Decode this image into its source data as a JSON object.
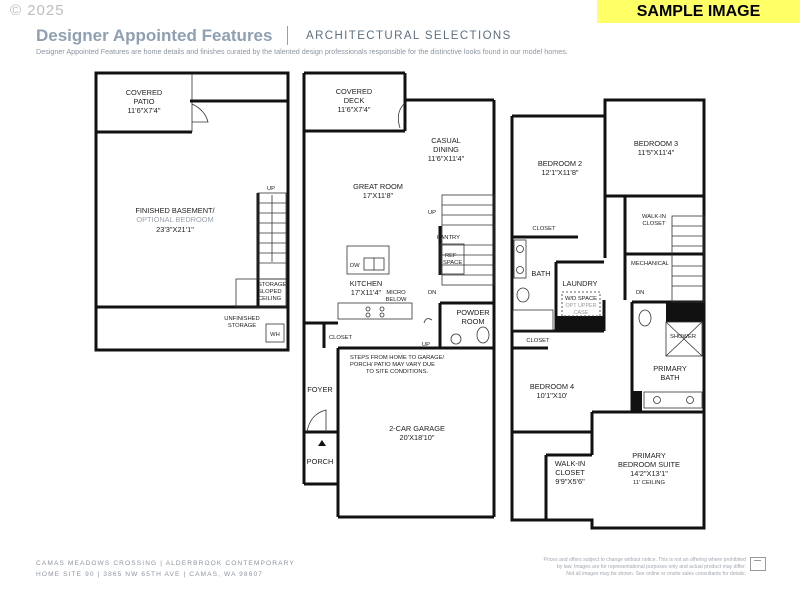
{
  "header": {
    "copyright": "© 2025",
    "badge": "SAMPLE IMAGE",
    "title": "Designer Appointed Features",
    "subtitle": "ARCHITECTURAL SELECTIONS",
    "description": "Designer Appointed Features are home details and finishes curated by the talented design professionals responsible for the distinctive looks found in our model homes."
  },
  "basement": {
    "patio_name": "COVERED",
    "patio_name2": "PATIO",
    "patio_dim": "11'6\"X7'4\"",
    "room_name": "FINISHED BASEMENT/",
    "room_option": "OPTIONAL BEDROOM",
    "room_dim": "23'3\"X21'1\"",
    "up": "UP",
    "storage1": "STORAGE",
    "storage2": "SLOPED",
    "storage3": "CEILING",
    "unfinished1": "UNFINISHED",
    "unfinished2": "STORAGE",
    "wh": "WH"
  },
  "main": {
    "deck_name": "COVERED",
    "deck_name2": "DECK",
    "deck_dim": "11'6\"X7'4\"",
    "dining_name": "CASUAL",
    "dining_name2": "DINING",
    "dining_dim": "11'6\"X11'4\"",
    "great_name": "GREAT ROOM",
    "great_dim": "17'X11'8\"",
    "up": "UP",
    "pantry": "PANTRY",
    "ref1": "REF",
    "ref2": "SPACE",
    "dw": "DW",
    "kitchen_name": "KITCHEN",
    "kitchen_dim": "17'X11'4\"",
    "micro1": "MICRO",
    "micro2": "BELOW",
    "dn": "DN",
    "powder1": "POWDER",
    "powder2": "ROOM",
    "closet": "CLOSET",
    "up2": "UP",
    "steps1": "STEPS FROM HOME TO GARAGE/",
    "steps2": "PORCH/ PATIO MAY VARY DUE",
    "steps3": "TO SITE CONDITIONS.",
    "foyer": "FOYER",
    "garage_name": "2-CAR GARAGE",
    "garage_dim": "20'X18'10\"",
    "porch": "PORCH"
  },
  "upper": {
    "bed2_name": "BEDROOM 2",
    "bed2_dim": "12'1\"X11'8\"",
    "bed3_name": "BEDROOM 3",
    "bed3_dim": "11'5\"X11'4\"",
    "closet": "CLOSET",
    "walkin1": "WALK-IN",
    "walkin2": "CLOSET",
    "bath": "BATH",
    "laundry": "LAUNDRY",
    "wd1": "W/D SPACE",
    "wd2": "OPT UPPER",
    "wd3": "CASE",
    "mechanical": "MECHANICAL",
    "dn": "DN",
    "closet2": "CLOSET",
    "shower": "SHOWER",
    "primary_bath1": "PRIMARY",
    "primary_bath2": "BATH",
    "bed4_name": "BEDROOM 4",
    "bed4_dim": "10'1\"X10'",
    "walkin_p1": "WALK-IN",
    "walkin_p2": "CLOSET",
    "walkin_p_dim": "9'9\"X5'6\"",
    "suite1": "PRIMARY",
    "suite2": "BEDROOM SUITE",
    "suite_dim": "14'2\"X13'1\"",
    "suite_ceiling": "11' CEILING"
  },
  "footer": {
    "line1": "CAMAS MEADOWS CROSSING  |  ALDERBROOK CONTEMPORARY",
    "line2": "HOME SITE 90  |  3865 NW 65TH AVE  |  CAMAS, WA 98607",
    "disclaimer1": "Prices and offers subject to change without notice. This is not an offering where prohibited",
    "disclaimer2": "by law. Images are for representational purposes only and actual product may differ.",
    "disclaimer3": "Not all images may be shown. See online or onsite sales consultants for details."
  },
  "colors": {
    "title": "#8fa0b2",
    "badge": "#ffff66",
    "wall": "#111111"
  },
  "icons": [
    "equal-housing-icon"
  ]
}
